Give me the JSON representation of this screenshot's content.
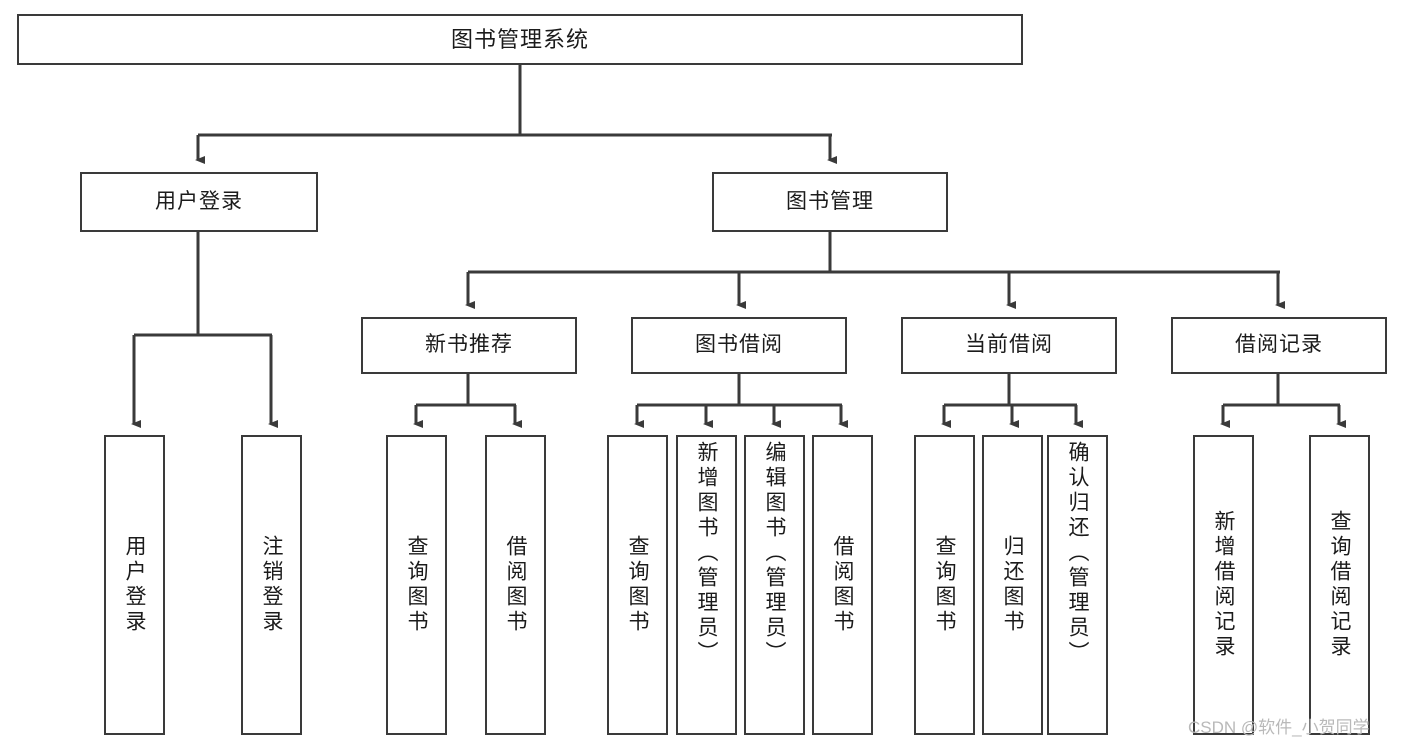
{
  "diagram": {
    "type": "tree-hierarchy-chart",
    "title": "图书管理系统",
    "orientation": "top-down",
    "line_color": "#3a3a3a",
    "box_fill": "#ffffff",
    "text_color": "#1b1b1b",
    "nodes": {
      "root": {
        "label": "图书管理系统",
        "level": 0
      },
      "l1": [
        {
          "id": "user-login",
          "label": "用户登录",
          "level": 1
        },
        {
          "id": "book-manage",
          "label": "图书管理",
          "level": 1
        }
      ],
      "l2": [
        {
          "id": "new-book-rec",
          "label": "新书推荐",
          "level": 2,
          "parent": "book-manage"
        },
        {
          "id": "book-borrow",
          "label": "图书借阅",
          "level": 2,
          "parent": "book-manage"
        },
        {
          "id": "current-borrow",
          "label": "当前借阅",
          "level": 2,
          "parent": "book-manage"
        },
        {
          "id": "borrow-record",
          "label": "借阅记录",
          "level": 2,
          "parent": "book-manage"
        }
      ],
      "leaves": [
        {
          "id": "leaf-user-login",
          "label": "用户登录",
          "parent": "user-login"
        },
        {
          "id": "leaf-user-logout",
          "label": "注销登录",
          "parent": "user-login"
        },
        {
          "id": "leaf-rec-query-book",
          "label": "查询图书",
          "parent": "new-book-rec"
        },
        {
          "id": "leaf-rec-borrow-book",
          "label": "借阅图书",
          "parent": "new-book-rec"
        },
        {
          "id": "leaf-borrow-query-book",
          "label": "查询图书",
          "parent": "book-borrow"
        },
        {
          "id": "leaf-borrow-add-book",
          "label": "新增图书（管理员）",
          "parent": "book-borrow"
        },
        {
          "id": "leaf-borrow-edit-book",
          "label": "编辑图书（管理员）",
          "parent": "book-borrow"
        },
        {
          "id": "leaf-borrow-borrow-book",
          "label": "借阅图书",
          "parent": "book-borrow"
        },
        {
          "id": "leaf-cur-query-book",
          "label": "查询图书",
          "parent": "current-borrow"
        },
        {
          "id": "leaf-cur-return-book",
          "label": "归还图书",
          "parent": "current-borrow"
        },
        {
          "id": "leaf-cur-confirm-return",
          "label": "确认归还（管理员）",
          "parent": "current-borrow"
        },
        {
          "id": "leaf-rec-add-record",
          "label": "新增借阅记录",
          "parent": "borrow-record"
        },
        {
          "id": "leaf-rec-query-record",
          "label": "查询借阅记录",
          "parent": "borrow-record"
        }
      ]
    }
  },
  "watermark": {
    "text": "CSDN @软件_小贺同学"
  }
}
